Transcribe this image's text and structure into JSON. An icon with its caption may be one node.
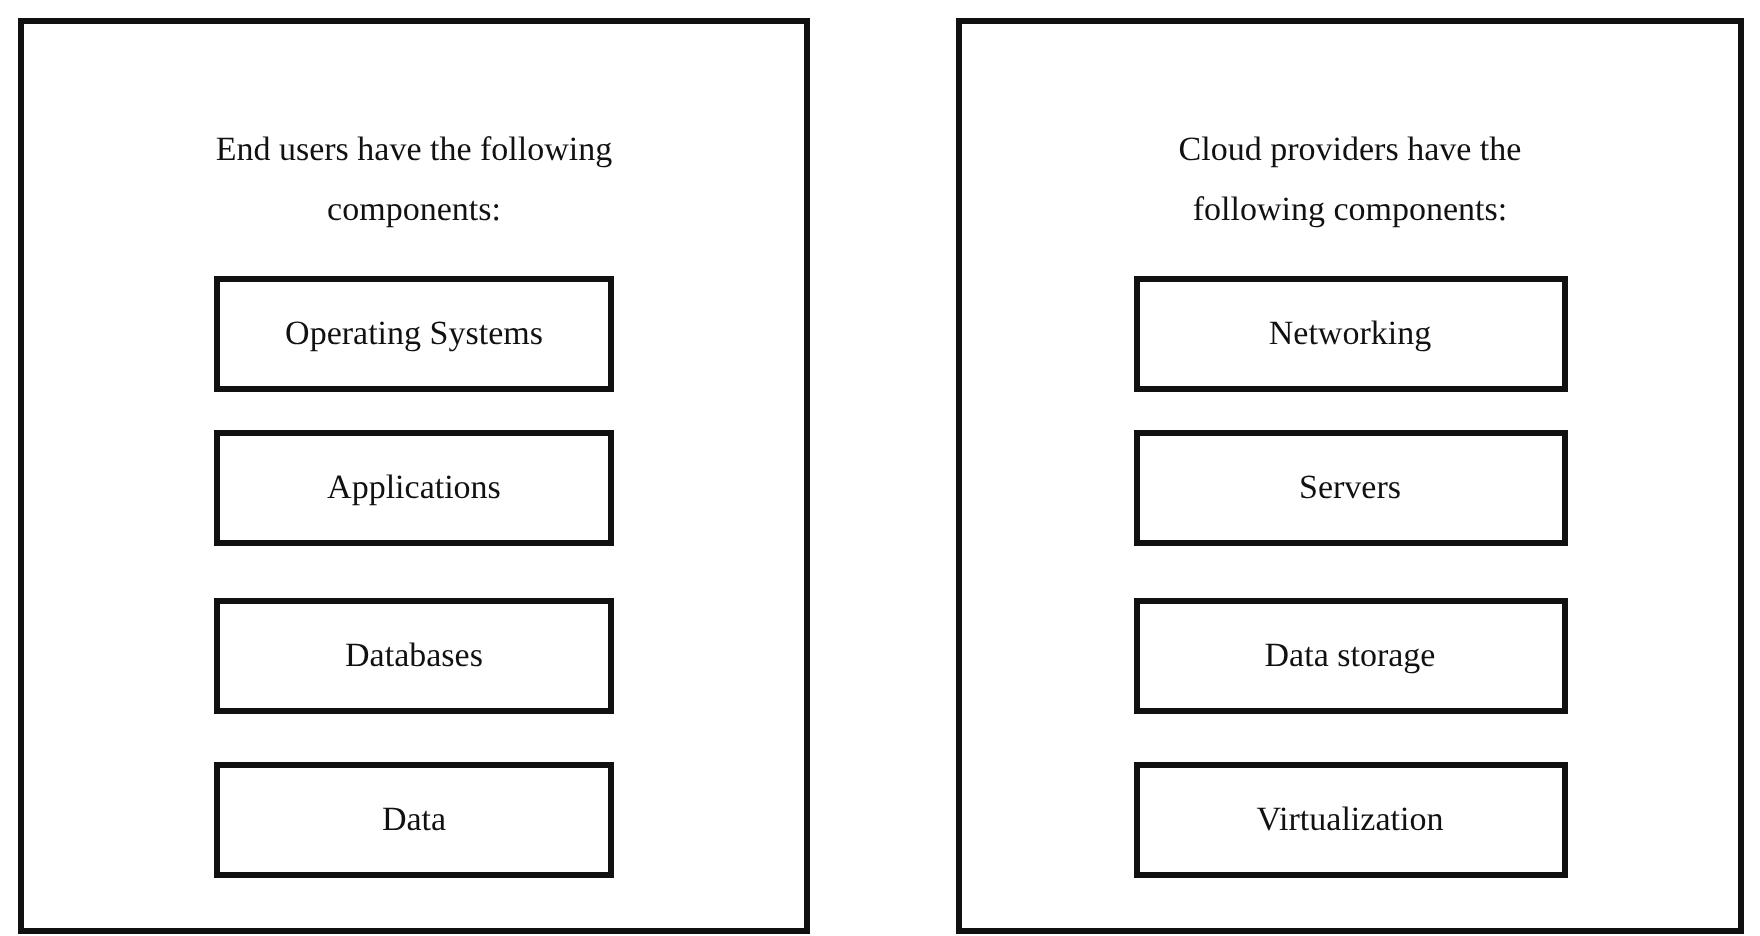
{
  "diagram": {
    "nodes": [
      {
        "text": [
          "End users have the following components:"
        ]
      },
      {
        "text": [
          "Operating Systems"
        ],
        "in": 0
      },
      {
        "text": [
          "Applications"
        ],
        "in": 0
      },
      {
        "text": [
          "Databases"
        ],
        "in": 0
      },
      {
        "text": [
          "Data"
        ],
        "in": 0
      },
      {
        "text": [
          "Cloud providers have the following components:"
        ]
      },
      {
        "text": [
          "Networking"
        ],
        "in": 5
      },
      {
        "text": [
          "Servers"
        ],
        "in": 5
      },
      {
        "text": [
          "Data storage"
        ],
        "in": 5
      },
      {
        "text": [
          "Virtualization"
        ],
        "in": 5
      }
    ]
  }
}
